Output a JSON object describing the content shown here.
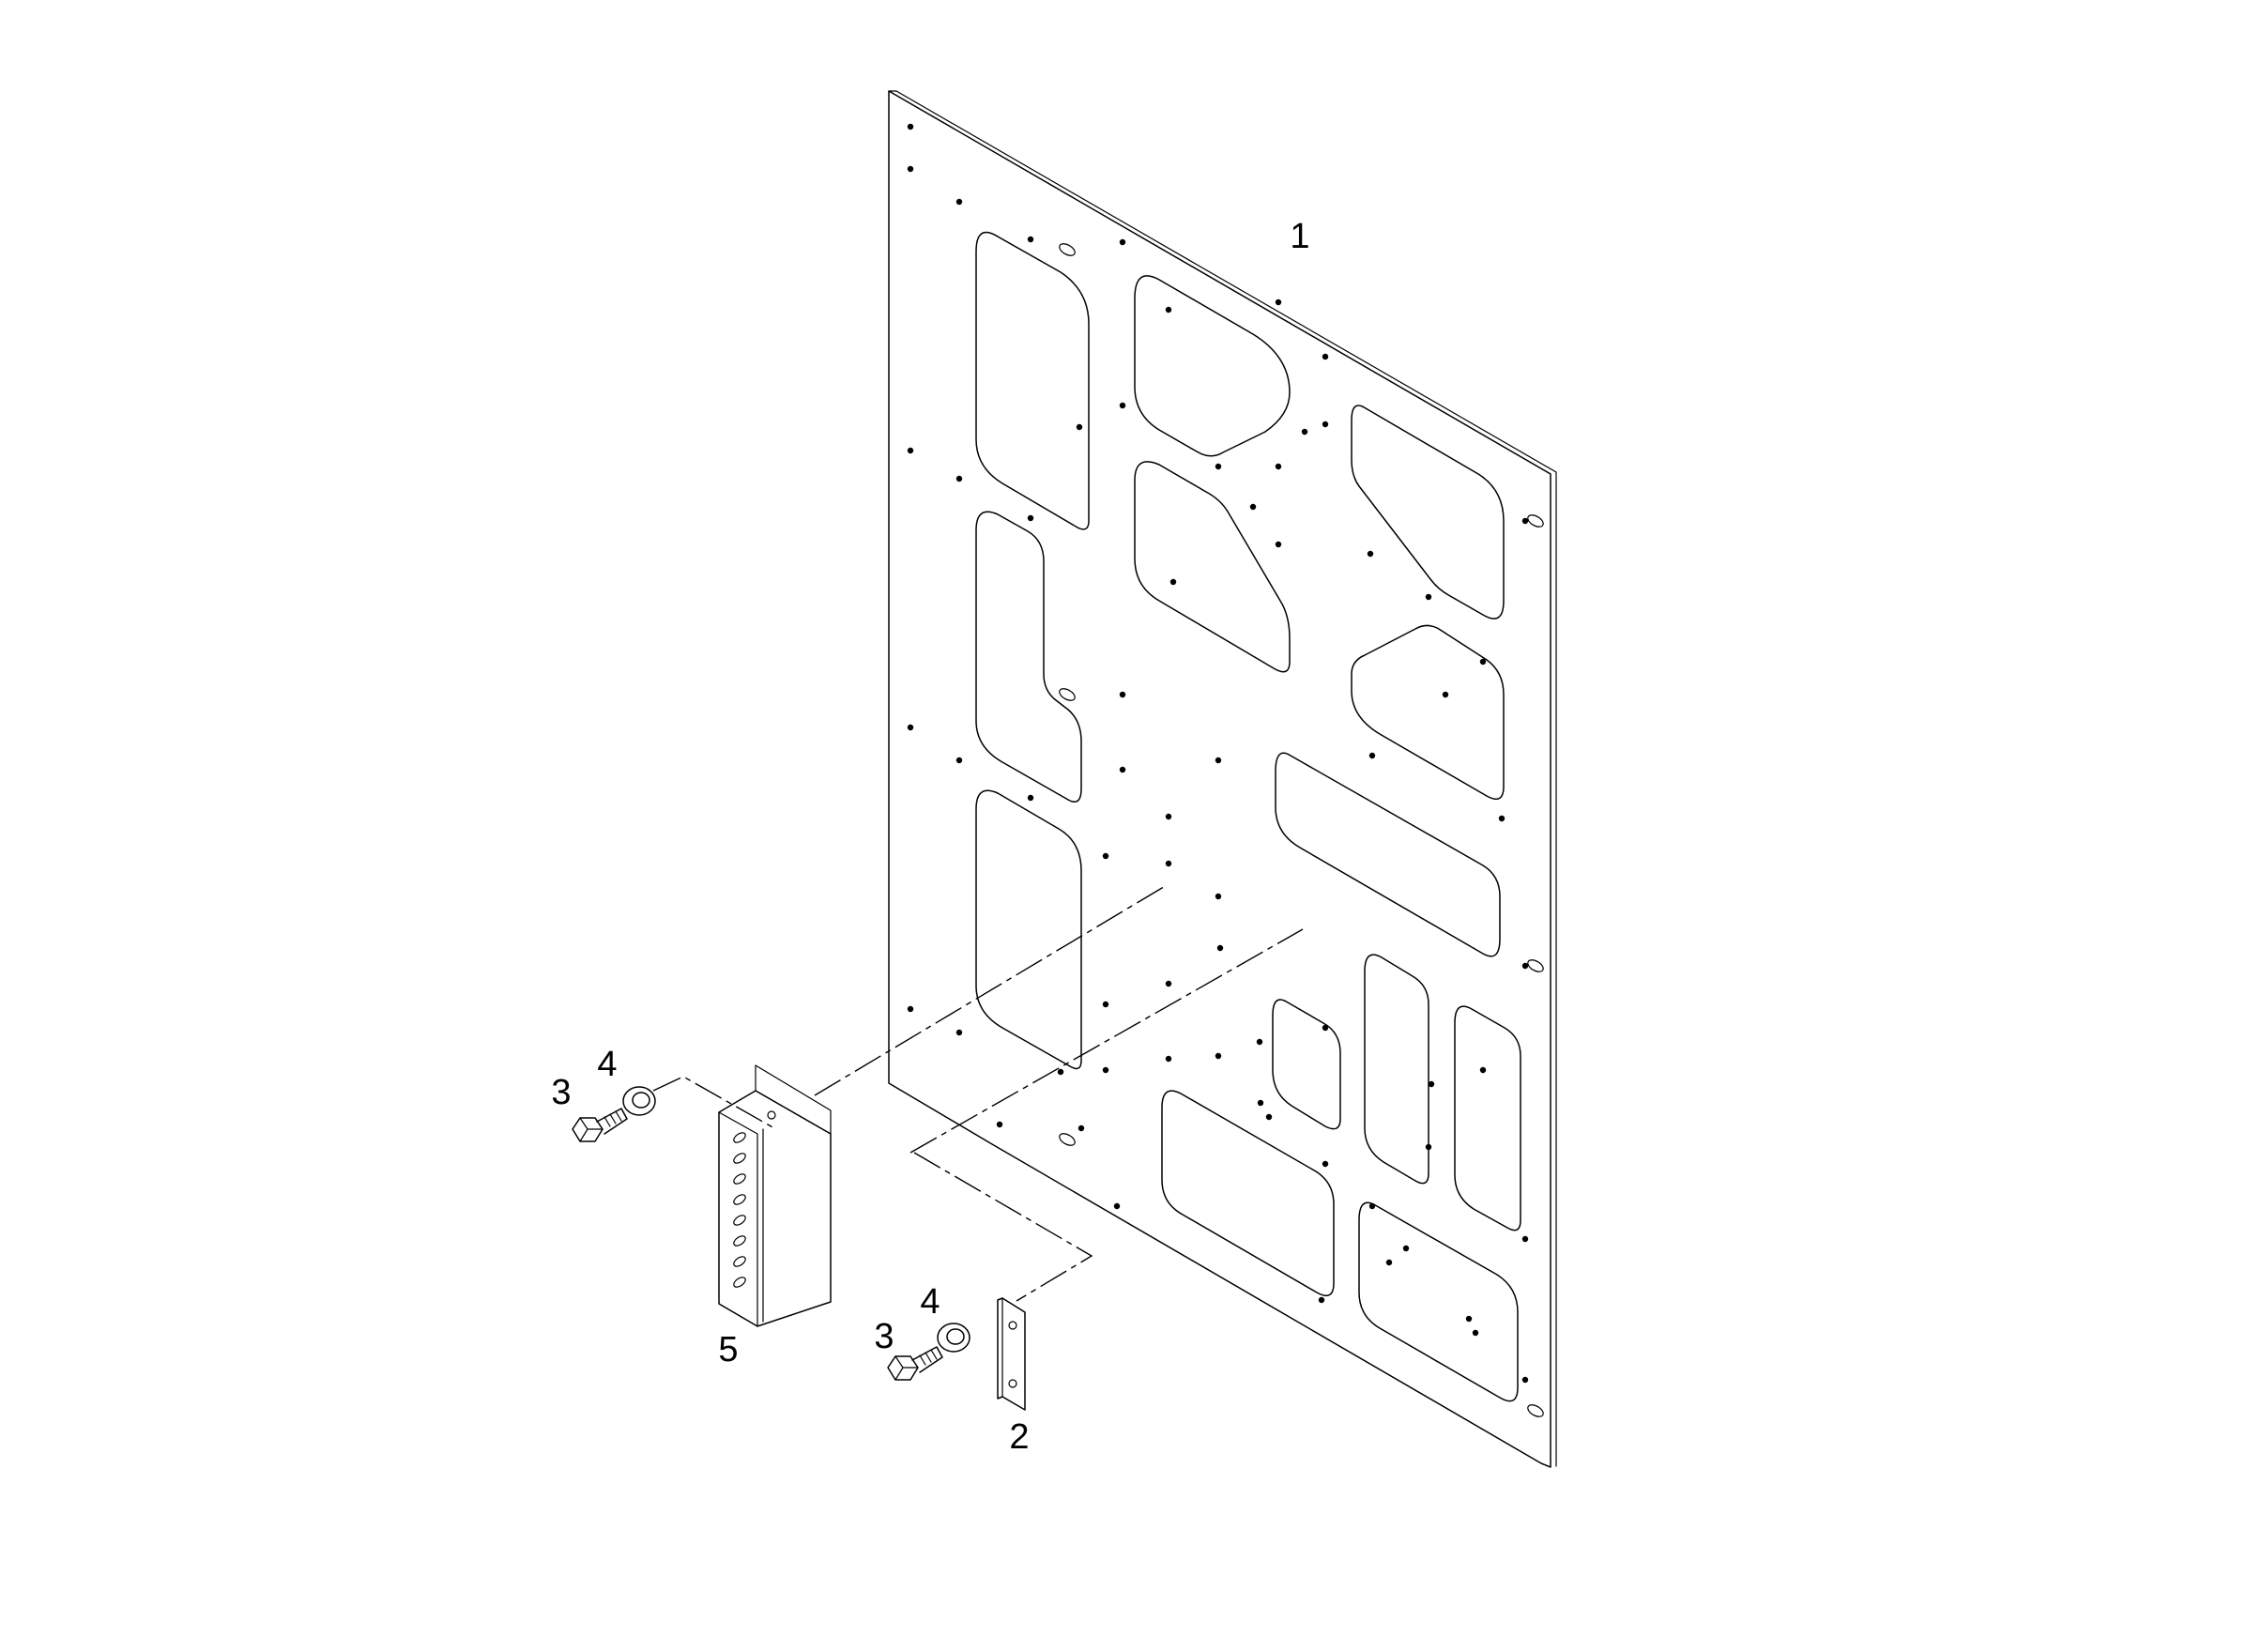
{
  "callouts": {
    "plate": "1",
    "clip": "2",
    "bolt_upper": "3",
    "washer_upper": "4",
    "bracket": "5",
    "bolt_lower": "3",
    "washer_lower": "4"
  }
}
